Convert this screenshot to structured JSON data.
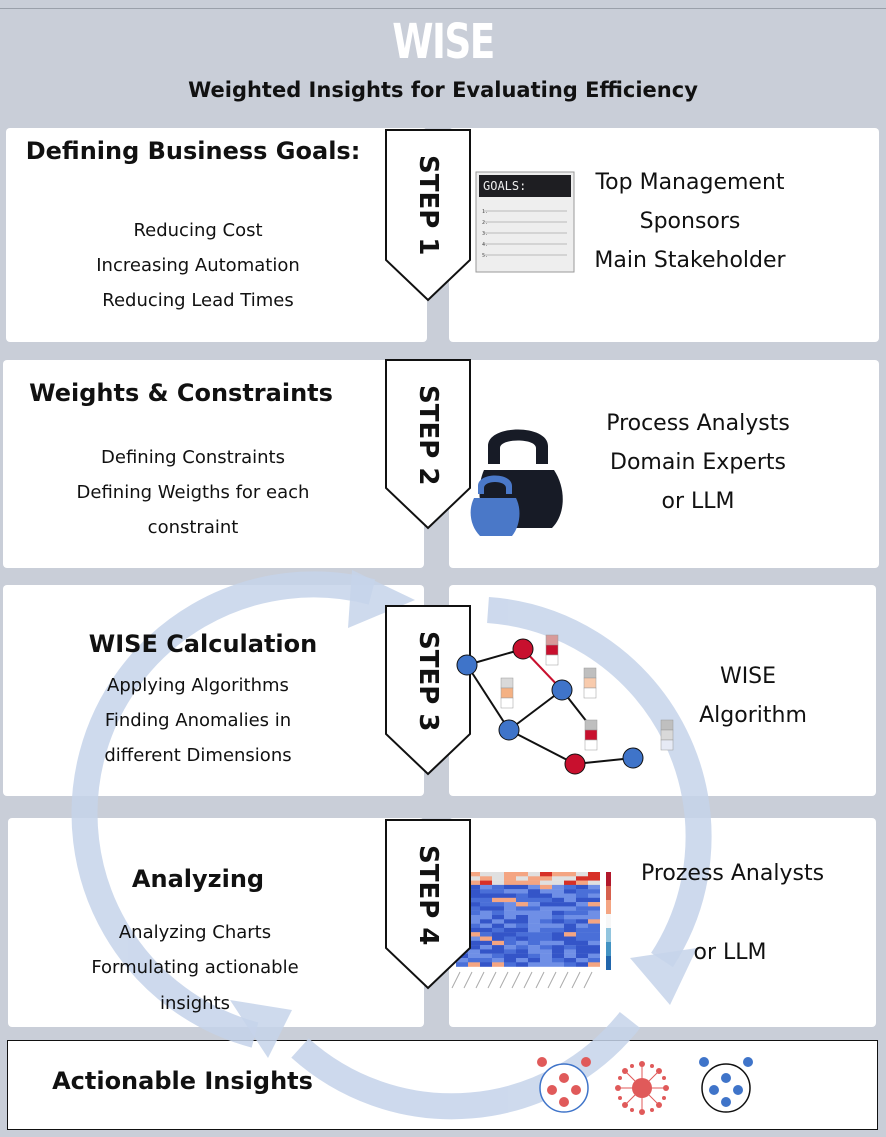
{
  "header": {
    "title": "WISE",
    "subtitle": "Weighted Insights for Evaluating Efficiency"
  },
  "steps": [
    {
      "label": "STEP 1",
      "left_title": "Defining Business Goals:",
      "left_lines": [
        "Reducing Cost",
        "Increasing Automation",
        "Reducing Lead Times"
      ],
      "image_text": "GOALS:",
      "right_lines": [
        "Top Management",
        "Sponsors",
        "Main Stakeholder"
      ]
    },
    {
      "label": "STEP 2",
      "left_title": "Weights & Constraints",
      "left_lines": [
        "Defining Constraints",
        "Defining Weigths for each",
        "constraint"
      ],
      "right_lines": [
        "Process Analysts",
        "Domain Experts",
        "or LLM"
      ]
    },
    {
      "label": "STEP 3",
      "left_title": "WISE Calculation",
      "left_lines": [
        "Applying Algorithms",
        "Finding Anomalies in",
        "different Dimensions"
      ],
      "right_lines": [
        "WISE",
        "Algorithm"
      ]
    },
    {
      "label": "STEP 4",
      "left_title": "Analyzing",
      "left_lines": [
        "Analyzing Charts",
        "Formulating actionable",
        "insights"
      ],
      "right_lines": [
        "Prozess Analysts",
        "or LLM"
      ]
    }
  ],
  "footer": {
    "title": "Actionable Insights"
  },
  "colors": {
    "background": "#c9ced8",
    "panel": "#ffffff",
    "cycle_arrow": "#c5d3ea",
    "node_blue": "#3f74c9",
    "node_red": "#c8102e",
    "kettlebell_dark": "#171b26",
    "kettlebell_blue": "#4a78c8"
  },
  "icons": [
    "goals-list-icon",
    "kettlebell-icon",
    "graph-network-icon",
    "heatmap-icon",
    "cluster-icons",
    "cycle-arrow-icon"
  ]
}
